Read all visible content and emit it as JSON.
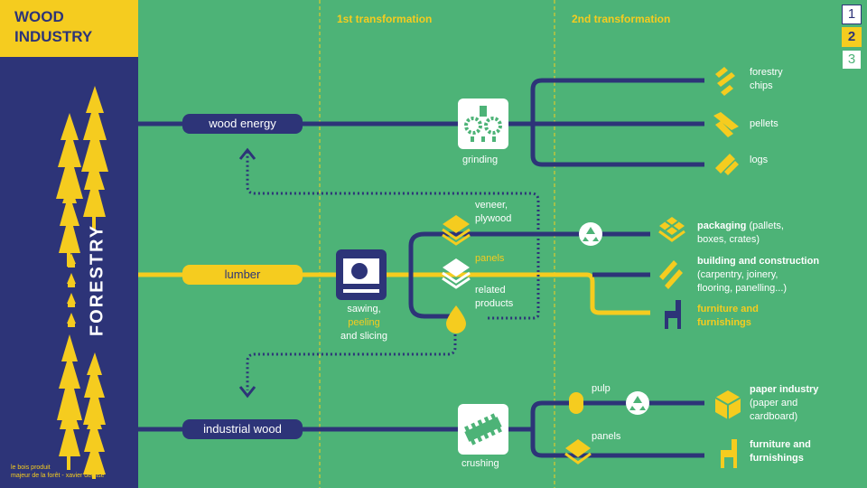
{
  "header": {
    "title_line1": "WOOD",
    "title_line2": "INDUSTRY",
    "col1": "1st transformation",
    "col2": "2nd transformation"
  },
  "sidebar": {
    "label": "FORESTRY",
    "credit_line1": "le bois produit",
    "credit_line2": "majeur de la forêt - xavier deglise"
  },
  "pagination": [
    "1",
    "2",
    "3"
  ],
  "flows": {
    "wood_energy": "wood energy",
    "lumber": "lumber",
    "industrial_wood": "industrial wood"
  },
  "processes": {
    "grinding": "grinding",
    "sawing_l1": "sawing,",
    "sawing_l2": "peeling",
    "sawing_l3": "and slicing",
    "crushing": "crushing"
  },
  "lumber_products": {
    "veneer_l1": "veneer,",
    "veneer_l2": "plywood",
    "panels": "panels",
    "related_l1": "related",
    "related_l2": "products"
  },
  "energy_outputs": {
    "chips_l1": "forestry",
    "chips_l2": "chips",
    "pellets": "pellets",
    "logs": "logs"
  },
  "lumber_outputs": {
    "packaging_bold": "packaging",
    "packaging_rest": " (pallets,",
    "packaging_l2": "boxes, crates)",
    "building_l1": "building and construction",
    "building_l2": "(carpentry, joinery,",
    "building_l3": "flooring, panelling...)",
    "furniture_l1": "furniture and",
    "furniture_l2": "furnishings"
  },
  "industrial_outputs": {
    "pulp": "pulp",
    "panels": "panels",
    "paper_l1": "paper industry",
    "paper_l2": "(paper and",
    "paper_l3": "cardboard)",
    "furniture_l1": "furniture and",
    "furniture_l2": "furnishings"
  },
  "colors": {
    "navy": "#2d3478",
    "yellow": "#f5cc1f",
    "green": "#4db377",
    "white": "#ffffff"
  }
}
